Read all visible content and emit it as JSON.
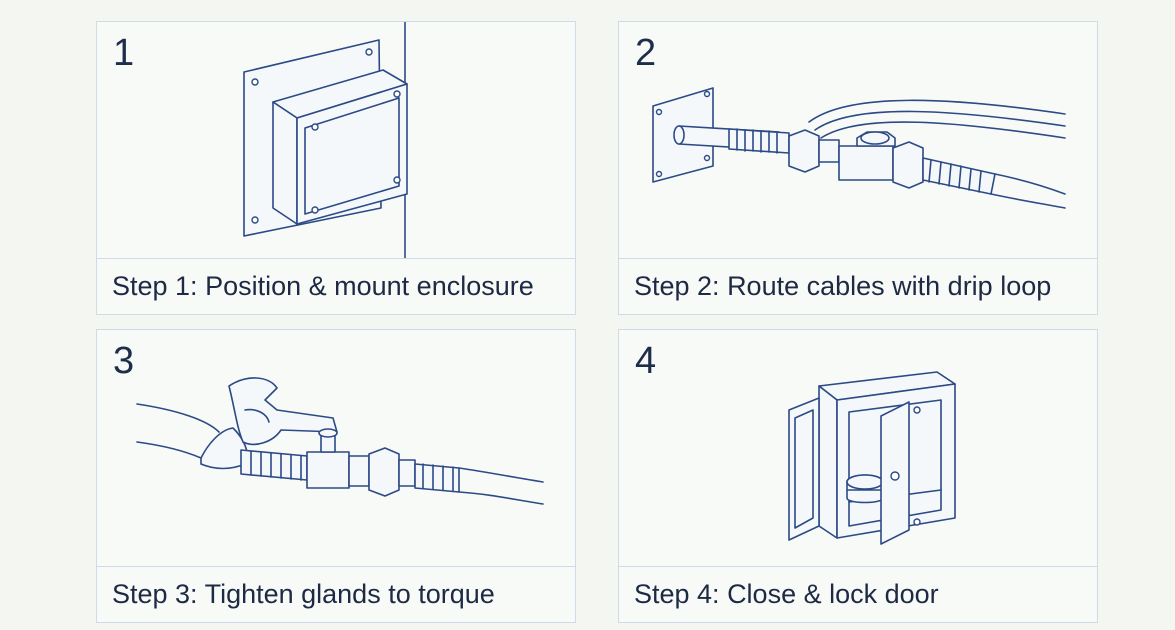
{
  "steps": [
    {
      "number": "1",
      "caption": "Step 1: Position & mount enclosure"
    },
    {
      "number": "2",
      "caption": "Step 2: Route cables with drip loop"
    },
    {
      "number": "3",
      "caption": "Step 3: Tighten glands to torque"
    },
    {
      "number": "4",
      "caption": "Step 4: Close & lock door"
    }
  ]
}
